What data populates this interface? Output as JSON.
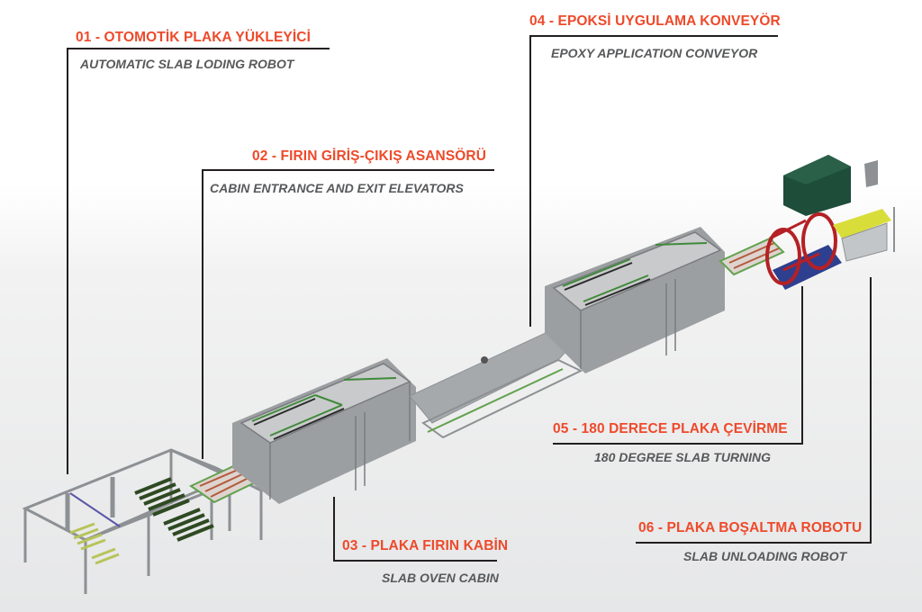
{
  "title": "Slab epoxy line layout",
  "colors": {
    "accent_tr": "#ee4a2b",
    "label_en": "#58595b",
    "leader": "#231f20"
  },
  "callouts": [
    {
      "id": "01",
      "tr": "01 - OTOMOTİK PLAKA YÜKLEYİCİ",
      "en": "AUTOMATIC SLAB LODING ROBOT"
    },
    {
      "id": "02",
      "tr": "02 - FIRIN GİRİŞ-ÇIKIŞ ASANSÖRÜ",
      "en": "CABIN ENTRANCE AND EXIT ELEVATORS"
    },
    {
      "id": "03",
      "tr": "03 - PLAKA FIRIN KABİN",
      "en": "SLAB OVEN CABIN"
    },
    {
      "id": "04",
      "tr": "04 - EPOKSİ UYGULAMA KONVEYÖR",
      "en": "EPOXY APPLICATION CONVEYOR"
    },
    {
      "id": "05",
      "tr": "05 - 180 DERECE PLAKA ÇEVİRME",
      "en": "180 DEGREE SLAB TURNING"
    },
    {
      "id": "06",
      "tr": "06 - PLAKA BOŞALTMA ROBOTU",
      "en": "SLAB UNLOADING ROBOT"
    }
  ]
}
